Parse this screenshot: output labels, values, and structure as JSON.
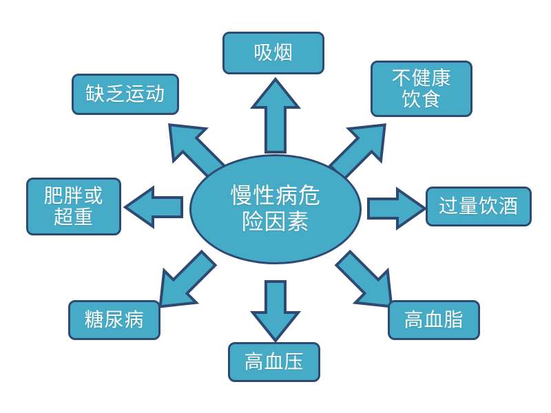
{
  "diagram": {
    "title": "慢性病危险因素",
    "type": "radial-hub-and-spoke",
    "colors": {
      "background": "#ffffff",
      "shape_fill": "#45abc6",
      "shape_border": "#2e4a72",
      "text": "#ffffff"
    },
    "center": {
      "label": "慢性病危\n险因素",
      "shape": "ellipse"
    },
    "nodes": [
      {
        "id": "smoking",
        "label": "吸烟",
        "position": "top",
        "arrow": "up"
      },
      {
        "id": "unhealthy-diet",
        "label": "不健康\n饮食",
        "position": "top-right",
        "arrow": "up-right"
      },
      {
        "id": "heavy-drinking",
        "label": "过量饮酒",
        "position": "right",
        "arrow": "right"
      },
      {
        "id": "high-lipids",
        "label": "高血脂",
        "position": "bottom-right",
        "arrow": "down-right"
      },
      {
        "id": "hypertension",
        "label": "高血压",
        "position": "bottom",
        "arrow": "down"
      },
      {
        "id": "diabetes",
        "label": "糖尿病",
        "position": "bottom-left",
        "arrow": "down-left"
      },
      {
        "id": "obesity",
        "label": "肥胖或\n超重",
        "position": "left",
        "arrow": "left"
      },
      {
        "id": "no-exercise",
        "label": "缺乏运动",
        "position": "top-left",
        "arrow": "up-left"
      }
    ],
    "arrow_icons": {
      "up": "arrow-up-icon",
      "up-right": "arrow-up-right-icon",
      "right": "arrow-right-icon",
      "down-right": "arrow-down-right-icon",
      "down": "arrow-down-icon",
      "down-left": "arrow-down-left-icon",
      "left": "arrow-left-icon",
      "up-left": "arrow-up-left-icon"
    }
  }
}
